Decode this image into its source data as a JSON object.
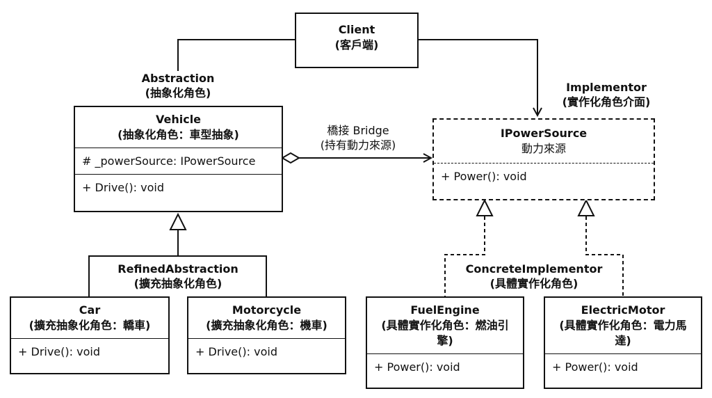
{
  "client": {
    "name": "Client",
    "sub": "(客戶端)"
  },
  "abstraction_label": {
    "name": "Abstraction",
    "sub": "(抽象化角色)"
  },
  "implementor_label": {
    "name": "Implementor",
    "sub": "(實作化角色介面)"
  },
  "refined_label": {
    "name": "RefinedAbstraction",
    "sub": "(擴充抽象化角色)"
  },
  "concrete_label": {
    "name": "ConcreteImplementor",
    "sub": "(具體實作化角色)"
  },
  "bridge_label": {
    "line1": "橋接 Bridge",
    "line2": "(持有動力來源)"
  },
  "vehicle": {
    "name": "Vehicle",
    "sub": "(抽象化角色：車型抽象)",
    "field": "# _powerSource: IPowerSource",
    "method": "+ Drive(): void"
  },
  "ipowersource": {
    "name": "IPowerSource",
    "sub": "動力來源",
    "method": "+ Power(): void"
  },
  "car": {
    "name": "Car",
    "sub": "(擴充抽象化角色：轎車)",
    "method": "+ Drive(): void"
  },
  "motorcycle": {
    "name": "Motorcycle",
    "sub": "(擴充抽象化角色：機車)",
    "method": "+ Drive(): void"
  },
  "fuelengine": {
    "name": "FuelEngine",
    "sub": "(具體實作化角色：燃油引擎)",
    "method": "+ Power(): void"
  },
  "electricmotor": {
    "name": "ElectricMotor",
    "sub": "(具體實作化角色：電力馬達)",
    "method": "+ Power(): void"
  }
}
